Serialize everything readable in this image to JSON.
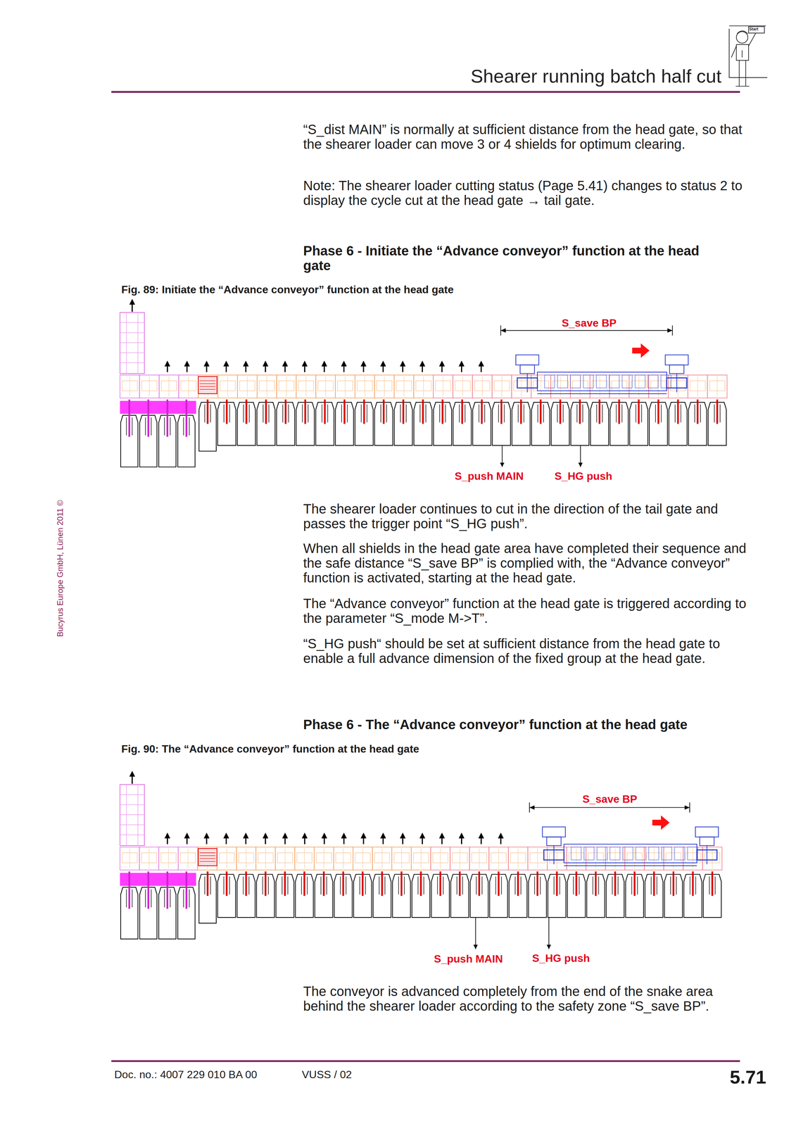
{
  "diagram": {
    "title": "Shearer running batch half cut",
    "labels": [
      "“S_dist MAIN” is normally at sufficient distance from the head gate, so that the shearer loader can move 3 or 4 shields for optimum clearing.",
      "Note: The shearer loader cutting status (Page 5.41) changes to status 2 to display the cycle cut at the head gate → tail gate.",
      "Phase 6 - Initiate the “Advance conveyor” function at the head gate",
      "Fig. 89: Initiate the “Advance conveyor” function at the head gate",
      "S_save BP",
      "S_push MAIN",
      "S_HG push",
      "The shearer loader continues to cut in the direction of the tail gate and passes the trigger point “S_HG push”.",
      "When all shields in the head gate area have completed their sequence and the safe distance “S_save BP” is complied with, the “Advance conveyor” function is activated, starting at the head gate.",
      "The “Advance conveyor” function at the head gate is triggered according to the parameter “S_mode M->T”.",
      "“S_HG push“ should be set at sufficient distance from the head gate to enable a full advance dimension of the fixed group at the head gate.",
      "Phase 6 - The “Advance conveyor” function at the head gate",
      "Fig. 90: The “Advance conveyor” function at the head gate",
      "S_save BP",
      "S_push MAIN",
      "S_HG push",
      "The conveyor is advanced completely from the end of the snake area behind the shearer loader according to the safety zone “S_save BP”.",
      "Bucyrus Europe GmbH, Lünen 2011 ©",
      "Doc. no.: 4007 229 010 BA 00",
      "VUSS / 02",
      "5.71",
      "Start"
    ]
  }
}
